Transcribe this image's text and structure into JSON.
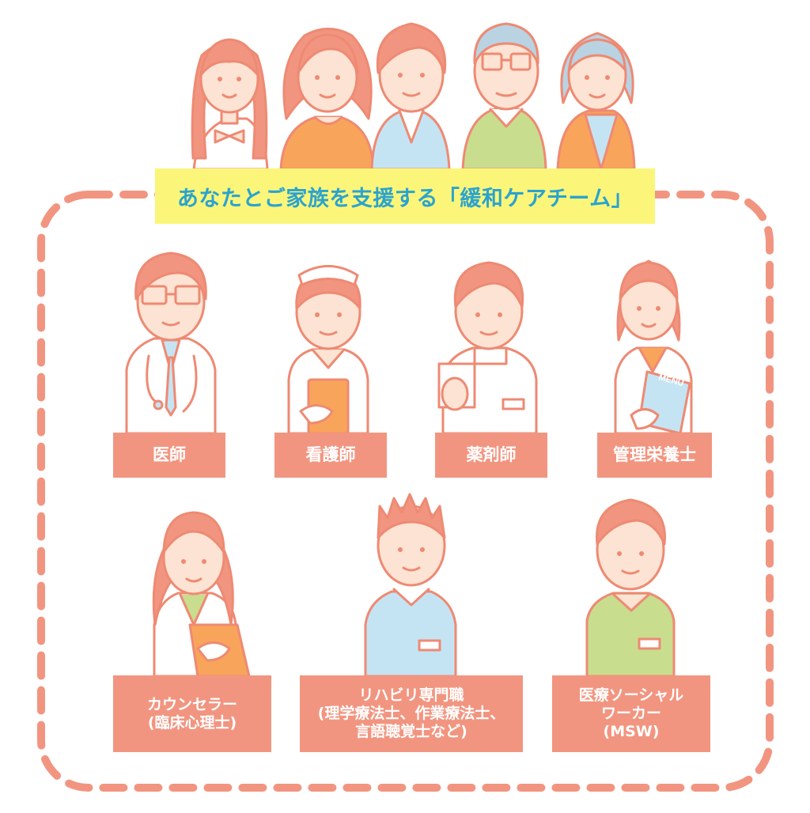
{
  "title": "あなたとご家族を支援する「緩和ケアチーム」",
  "roles": [
    {
      "lines": [
        "医師"
      ]
    },
    {
      "lines": [
        "看護師"
      ]
    },
    {
      "lines": [
        "薬剤師"
      ]
    },
    {
      "lines": [
        "管理栄養士"
      ]
    },
    {
      "lines": [
        "カウンセラー",
        "(臨床心理士)"
      ]
    },
    {
      "lines": [
        "リハビリ専門職",
        "(理学療法士、作業療法士、",
        "言語聴覚士など)"
      ]
    },
    {
      "lines": [
        "医療ソーシャル",
        "ワーカー",
        "(MSW)"
      ]
    }
  ],
  "clipboard_text": "MENU",
  "colors": {
    "outline": "#ee8a73",
    "skin": "#fde3d3",
    "hair": "#f29580",
    "orange": "#f9a45b",
    "blue": "#c5e4f3",
    "green": "#c9dd8e",
    "banner": "#fbf679",
    "title_text": "#2ba3cf",
    "label_bg": "#f29580"
  }
}
